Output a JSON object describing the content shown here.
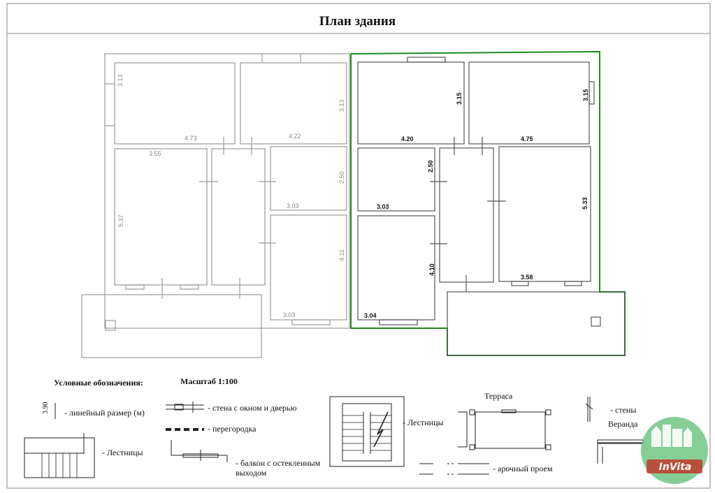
{
  "title": "План здания",
  "colors": {
    "wall_gray": "#9a9a9a",
    "highlight_green": "#1f8a1f",
    "ink": "#222222",
    "logo_green": "#5cbf74"
  },
  "dimensions": {
    "left": [
      "3.13",
      "4.73",
      "4.22",
      "3.13",
      "3.55",
      "5.37",
      "2.50",
      "3.03",
      "4.11",
      "3.03"
    ],
    "right": [
      "3.15",
      "3.15",
      "4.20",
      "4.75",
      "2.50",
      "3.03",
      "5.33",
      "4.10",
      "3.58",
      "3.04"
    ]
  },
  "legend": {
    "heading": "Условные обозначения:",
    "scale": "Масштаб 1:100",
    "dim_sample": "3.90",
    "dim_label": "- линейный размер (м)",
    "stairs1": "- Лестницы",
    "wall_window": "- стена с окном и дверью",
    "partition": "- перегородка",
    "balcony": "- балкон с остекленным выходом",
    "stairs2": "- Лестницы",
    "terrace": "Терраса",
    "arch": "- арочный проем",
    "walls": "- стены",
    "veranda": "Веранда"
  },
  "logo": {
    "text": "InVita"
  }
}
